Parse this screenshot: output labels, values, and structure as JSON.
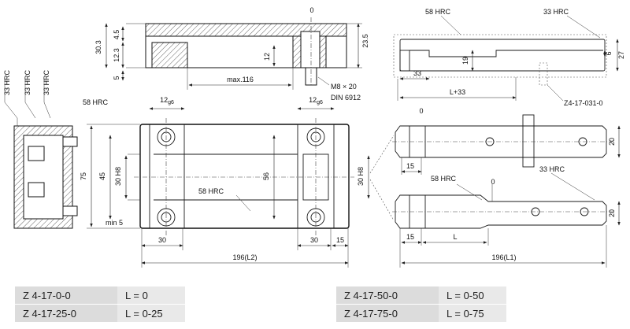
{
  "labels": {
    "hrc_58": "58 HRC",
    "hrc_33": "33 HRC",
    "bolt": "M8 × 20",
    "din": "DIN 6912",
    "ref_code": "Z4-17-031-0",
    "zero": "0",
    "min5": "min 5"
  },
  "dimensions": {
    "d30_3": "30.3",
    "d4_5": "4.5",
    "d12_3": "12.3",
    "d5": "5",
    "d12": "12",
    "d23_5": "23.5",
    "max116": "max.116",
    "d19": "19",
    "d6": "6",
    "d27": "27",
    "d33": "33",
    "l33": "L+33",
    "d75": "75",
    "d45": "45",
    "d30h8": "30 H8",
    "d56": "56",
    "d30": "30",
    "d15": "15",
    "l2": "196(L2)",
    "l1": "196(L1)",
    "d20": "20",
    "L": "L",
    "d12g6_main": "12",
    "d12g6_sub": "g6"
  },
  "variants": [
    {
      "code": "Z 4-17-0-0",
      "range": "L = 0"
    },
    {
      "code": "Z 4-17-25-0",
      "range": "L = 0-25"
    },
    {
      "code": "Z 4-17-50-0",
      "range": "L = 0-50"
    },
    {
      "code": "Z 4-17-75-0",
      "range": "L = 0-75"
    }
  ]
}
